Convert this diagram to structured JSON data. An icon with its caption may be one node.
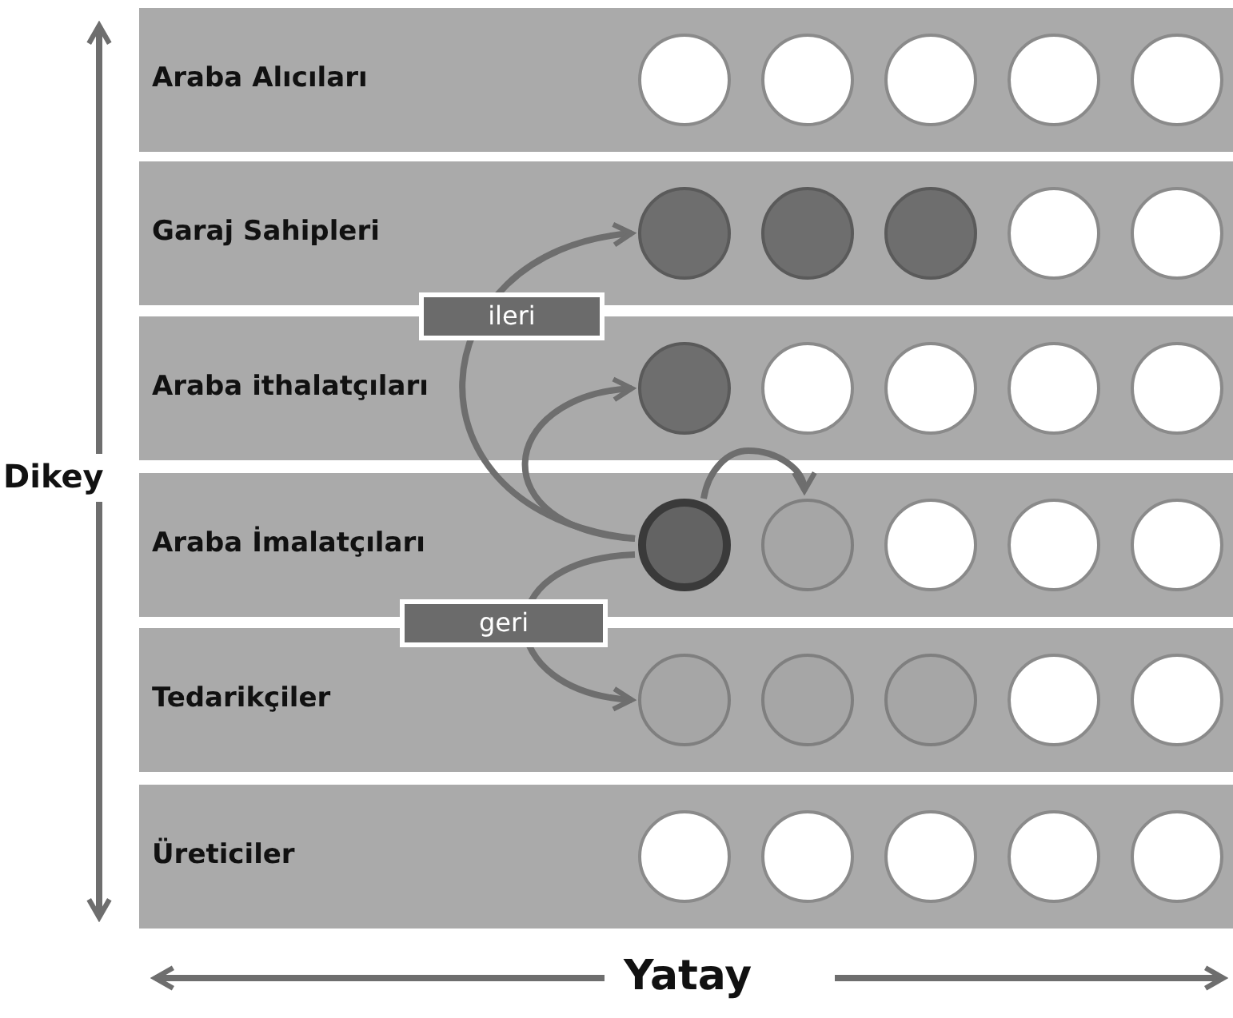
{
  "diagram": {
    "nodes": [
      {
        "text": [
          "Araba Alıcıları"
        ]
      },
      {
        "text": [],
        "shape": "circle",
        "in": 0
      },
      {
        "text": [],
        "shape": "circle",
        "in": 0
      },
      {
        "text": [],
        "shape": "circle",
        "in": 0
      },
      {
        "text": [],
        "shape": "circle",
        "in": 0
      },
      {
        "text": [],
        "shape": "circle",
        "in": 0
      },
      {
        "text": [
          "Garaj Sahipleri"
        ]
      },
      {
        "text": [],
        "shape": "circle",
        "in": 6
      },
      {
        "text": [],
        "shape": "circle",
        "in": 6
      },
      {
        "text": [],
        "shape": "circle",
        "in": 6
      },
      {
        "text": [],
        "shape": "circle",
        "in": 6
      },
      {
        "text": [],
        "shape": "circle",
        "in": 6
      },
      {
        "text": [
          "Araba ithalatçıları"
        ]
      },
      {
        "text": [],
        "shape": "circle",
        "in": 12
      },
      {
        "text": [],
        "shape": "circle",
        "in": 12
      },
      {
        "text": [],
        "shape": "circle",
        "in": 12
      },
      {
        "text": [],
        "shape": "circle",
        "in": 12
      },
      {
        "text": [],
        "shape": "circle",
        "in": 12
      },
      {
        "text": [
          "Araba İmalatçıları"
        ]
      },
      {
        "text": [],
        "shape": "circle",
        "in": 18
      },
      {
        "text": [],
        "shape": "circle",
        "in": 18
      },
      {
        "text": [],
        "shape": "circle",
        "in": 18
      },
      {
        "text": [],
        "shape": "circle",
        "in": 18
      },
      {
        "text": [],
        "shape": "circle",
        "in": 18
      },
      {
        "text": [
          "Tedarikçiler"
        ]
      },
      {
        "text": [],
        "shape": "circle",
        "in": 24
      },
      {
        "text": [],
        "shape": "circle",
        "in": 24
      },
      {
        "text": [],
        "shape": "circle",
        "in": 24
      },
      {
        "text": [],
        "shape": "circle",
        "in": 24
      },
      {
        "text": [],
        "shape": "circle",
        "in": 24
      },
      {
        "text": [
          "Üreticiler"
        ]
      },
      {
        "text": [],
        "shape": "circle",
        "in": 30
      },
      {
        "text": [],
        "shape": "circle",
        "in": 30
      },
      {
        "text": [],
        "shape": "circle",
        "in": 30
      },
      {
        "text": [],
        "shape": "circle",
        "in": 30
      },
      {
        "text": [],
        "shape": "circle",
        "in": 30
      }
    ],
    "edges": [
      {
        "from": 19,
        "to": 7,
        "arrow": "to",
        "label": "ileri"
      },
      {
        "from": 19,
        "to": 13,
        "arrow": "to"
      },
      {
        "from": 19,
        "to": 25,
        "arrow": "to",
        "label": "geri"
      },
      {
        "from": 19,
        "to": 20,
        "arrow": "to"
      }
    ],
    "labels": [
      "Dikey",
      "Yatay"
    ]
  }
}
